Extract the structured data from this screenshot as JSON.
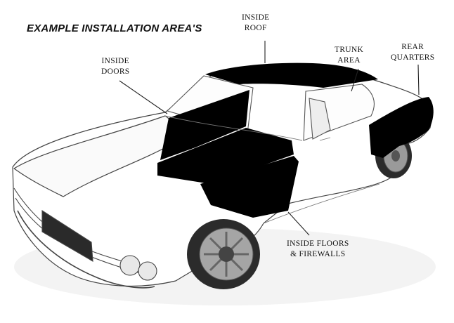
{
  "title": "EXAMPLE INSTALLATION AREA'S",
  "labels": {
    "inside_roof": [
      "INSIDE",
      "ROOF"
    ],
    "trunk_area": [
      "TRUNK",
      "AREA"
    ],
    "rear_quarters": [
      "REAR",
      "QUARTERS"
    ],
    "inside_doors": [
      "INSIDE",
      "DOORS"
    ],
    "inside_floors": [
      "INSIDE FLOORS",
      "& FIREWALLS"
    ]
  },
  "colors": {
    "insulation": "#000000",
    "outline": "#444444",
    "shading": "#d8d8d8"
  }
}
